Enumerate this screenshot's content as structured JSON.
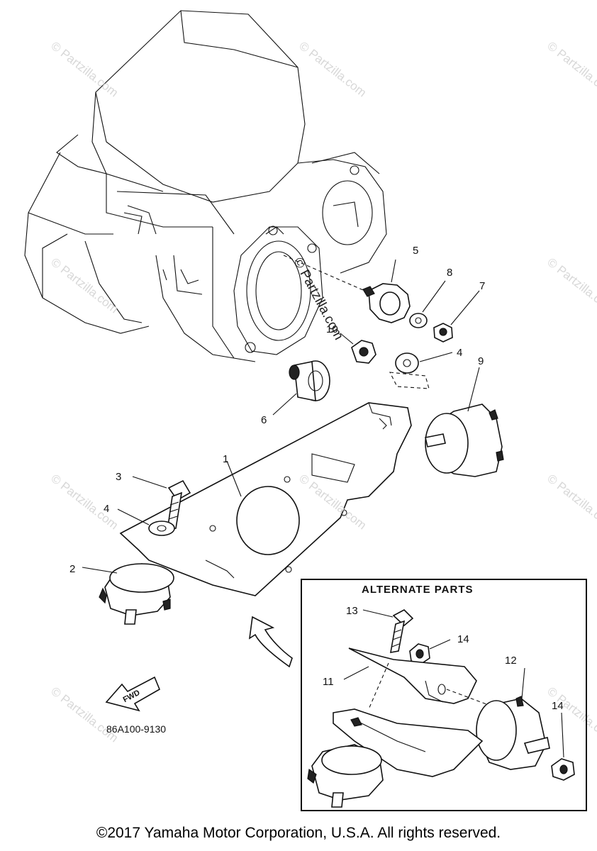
{
  "diagram": {
    "title": "ALTERNATE PARTS",
    "drawing_code": "86A100-9130",
    "fwd_label": "FWD",
    "copyright": "©2017  Yamaha Motor Corporation, U.S.A. All rights reserved.",
    "watermark": "© Partzilla.com",
    "callouts": [
      "1",
      "2",
      "3",
      "4",
      "4",
      "5",
      "6",
      "7",
      "8",
      "9",
      "10",
      "11",
      "12",
      "13",
      "14",
      "14"
    ]
  }
}
